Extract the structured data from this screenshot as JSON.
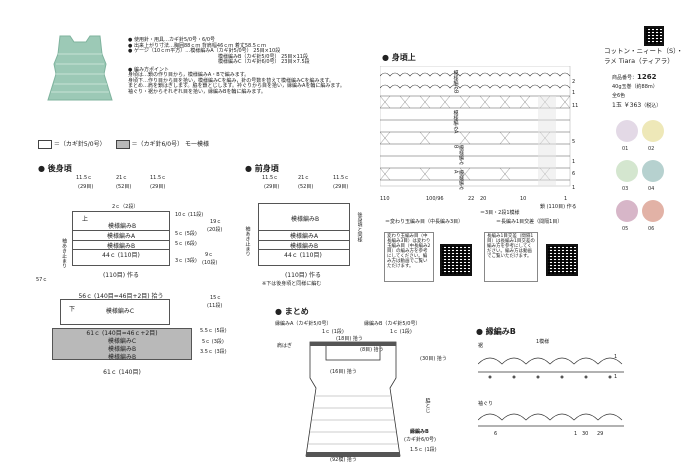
{
  "info": {
    "needle": "● 使用針・用具…カギ針5/0号・6/0号",
    "size": "● 出来上がり寸法…胸囲88ｃｍ 背肩幅46ｃｍ 着丈58.5ｃｍ",
    "gauge_title": "● ゲージ（10ｃｍ平方）…模様編みA（カギ針5/0号） 25目×10段",
    "gauge_b": "模様編みB（カギ針5/0号） 25目×11段",
    "gauge_c": "模様編みC（カギ針6/0号） 23目×7.5段",
    "points_title": "● 編み方ポイント",
    "point1": "身頃は…鎖の作り目から，模様編みA・Bで編みます。",
    "point2": "身頃下…作り目から目を拾い，模様編みCを編み，針の号数を替えて模様編みCを編みます。",
    "point3": "まとめ…肩を鎖はぎします。脇を鎖とじします。衿ぐりから目を拾い，縁編みAを輪に編みます。",
    "point4": "袖ぐり・裾からそれぞれ目を拾い，縁編みBを輪に編みます。"
  },
  "legend": {
    "a": "＝（カギ針5/0号）",
    "b": "＝（カギ針6/0号）",
    "c": "モ一模様"
  },
  "back": {
    "title": "● 後身頃",
    "top_dims": [
      "11.5ｃ",
      "21ｃ",
      "11.5ｃ"
    ],
    "top_counts": [
      "(29目)",
      "(52目)",
      "(29目)"
    ],
    "shoulder": "2ｃ（2段）",
    "top_label": "上",
    "rows": [
      "模様編みB",
      "模様編みA",
      "模様編みB"
    ],
    "row_dims": [
      "10ｃ (11段)",
      "5ｃ (5段)",
      "5ｃ (6段)",
      "3ｃ (3段)"
    ],
    "width": "44ｃ (110目)",
    "width2": "(110目) 作る",
    "side": "19ｃ",
    "side2": "(20段)",
    "side3": "9ｃ",
    "side4": "(10段)",
    "armhole": "袖あき止まり",
    "total_h": "57ｃ",
    "pickup": "56ｃ (140目=46目+2目) 拾う",
    "lower_label": "下",
    "lower_row": "模様編みC",
    "lower_h": "15ｃ",
    "lower_h2": "(11段)",
    "bottom_pick": "61ｃ (140目=46ｃ+2目)",
    "bottom_rows": [
      "模様編みC",
      "模様編みB",
      "模様編みB"
    ],
    "bottom_dims": [
      "5.5ｃ (5段)",
      "5ｃ (3段)",
      "3.5ｃ (3段)"
    ],
    "bottom_width": "61ｃ (140目)"
  },
  "front": {
    "title": "● 前身頃",
    "top_dims": [
      "11.5ｃ",
      "21ｃ",
      "11.5ｃ"
    ],
    "top_counts": [
      "(29目)",
      "(52目)",
      "(29目)"
    ],
    "rows": [
      "模様編みB",
      "模様編みA",
      "模様編みB"
    ],
    "width": "44ｃ (110目)",
    "width2": "(110目) 作る",
    "note": "※下は後身頃と同様に編む",
    "side_note": "後身頃と同様",
    "armhole": "袖あき止まり"
  },
  "bodice": {
    "title": "● 身頃上",
    "labels": [
      "模様編みB",
      "模様編みA",
      "模様編みB",
      "模様編みA"
    ],
    "stitch_counts": [
      "110",
      "100/96",
      "22",
      "20",
      "10",
      "1"
    ],
    "start_label": "鎖 (110目) 作る",
    "row_nums": [
      "2",
      "1",
      "11",
      "5",
      "1",
      "6",
      "1"
    ],
    "legend1": "＝変わり玉編み目（中長編み3目）",
    "legend2": "＝3目・2段1模様",
    "legend3": "＝長編み1目交差（間隔1目）"
  },
  "qr_notes": {
    "note1": "変わり玉編み目（中長編み3目）は変わり玉編み目（中長編み2目）の編み方を参考にしてください。編み方は動画でご覧いただけます。",
    "note2": "長編み1目交差（間隔1目）は長編み1目交差の編み方を参考にしてください。編み方は動画でご覧いただけます。"
  },
  "summary": {
    "title": "● まとめ",
    "edge_a": "縁編みA（カギ針5/0号）",
    "edge_b": "縁編みB（カギ針5/0号）",
    "one_c_a": "1ｃ (1段)",
    "one_c_b": "1ｃ (1段)",
    "sleeve_label": "肩はぎ",
    "pick1": "(18目) 拾う",
    "pick2": "(8目) 拾う",
    "pick3": "(30目) 拾う",
    "pick4": "(16目) 拾う",
    "side_join": "脇とじ",
    "hem_b": "縁編みB",
    "hem_b2": "(カギ針6/0号)",
    "hem_dim": "1.5ｃ (1段)",
    "hem_pick": "(92模) 拾う"
  },
  "edging": {
    "title": "● 縁編みB",
    "label_top": "裾",
    "label_bottom": "袖ぐり",
    "repeat": "1模様",
    "nums_top": [
      "1",
      "1"
    ],
    "nums_bottom": [
      "6",
      "1",
      "30",
      "29"
    ]
  },
  "product": {
    "name": "コットン・ニィート（S）・",
    "name2": "ラメ Tiara（ティアラ）",
    "code_label": "商品番号：",
    "code": "1262",
    "weight": "40g玉巻（約88m）",
    "colors": "全6色",
    "price": "1玉 ￥363",
    "tax": "（税込）",
    "swatch_colors": [
      "#e3d9e6",
      "#eee8b8",
      "#d4e6cf",
      "#b6d1cf",
      "#d7b6c8",
      "#e2b2a6"
    ],
    "swatch_nums": [
      "01",
      "02",
      "03",
      "04",
      "05",
      "06"
    ]
  }
}
